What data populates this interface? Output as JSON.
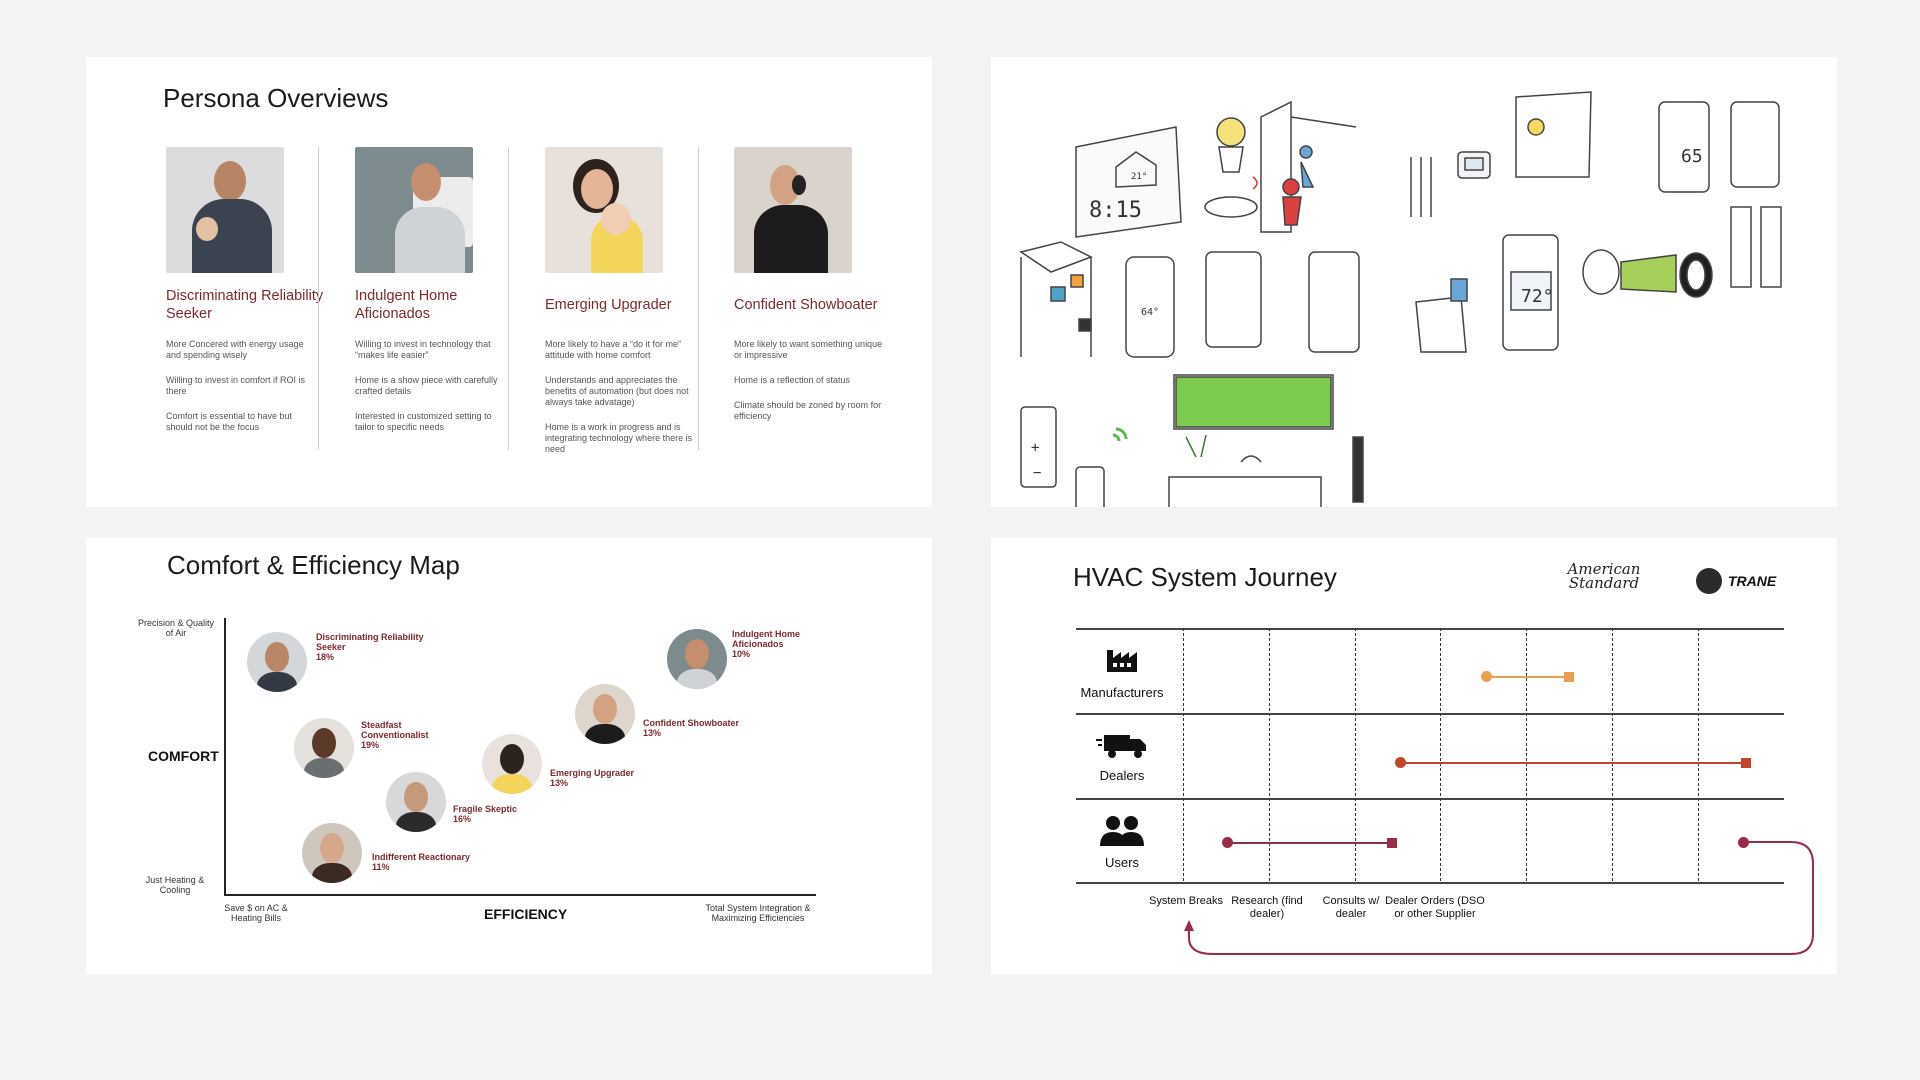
{
  "persona_overviews": {
    "title": "Persona Overviews",
    "personas": [
      {
        "name": "Discriminating Reliability Seeker",
        "notes": [
          "More Concered with energy usage and spending wisely",
          "Willing to invest in comfort if ROI is there",
          "Comfort is essential to have but should not be the focus"
        ]
      },
      {
        "name": "Indulgent Home Aficionados",
        "notes": [
          "Willing to invest in technology that “makes life easier”",
          "Home is a show piece with carefully crafted details",
          "Interested in customized setting to tailor to specific needs"
        ]
      },
      {
        "name": "Emerging Upgrader",
        "notes": [
          "More likely to have a “do it for me” attitude with home comfort",
          "Understands and appreciates the benefits of automation (but does not always take advatage)",
          "Home is a work in progress and is integrating technology where there is need"
        ]
      },
      {
        "name": "Confident Showboater",
        "notes": [
          "More likely to want something unique or impressive",
          "Home is a reflection of status",
          "Climate should be zoned by room for efficiency"
        ]
      }
    ]
  },
  "sketches": {
    "thermostat_time": "8:15",
    "thermostat_temp_a": "21°",
    "thermostat_temp_b": "65",
    "thermostat_temp_c": "72°",
    "thermostat_temp_d": "64°"
  },
  "comfort_map": {
    "title": "Comfort & Efficiency Map",
    "y_axis": {
      "label": "COMFORT",
      "top": "Precision & Quality of Air",
      "bottom": "Just Heating & Cooling"
    },
    "x_axis": {
      "label": "EFFICIENCY",
      "left": "Save $ on AC & Heating Bills",
      "right": "Total System Integration & Maximizing Efficiencies"
    },
    "personas": [
      {
        "name": "Discriminating Reliability Seeker",
        "pct": "18%"
      },
      {
        "name": "Steadfast Conventionalist",
        "pct": "19%"
      },
      {
        "name": "Fragile Skeptic",
        "pct": "16%"
      },
      {
        "name": "Indifferent Reactionary",
        "pct": "11%"
      },
      {
        "name": "Emerging Upgrader",
        "pct": "13%"
      },
      {
        "name": "Confident Showboater",
        "pct": "13%"
      },
      {
        "name": "Indulgent Home Aficionados",
        "pct": "10%"
      }
    ]
  },
  "journey": {
    "title": "HVAC System Journey",
    "brand_a": "American Standard",
    "brand_b": "TRANE",
    "rows": [
      "Manufacturers",
      "Dealers",
      "Users"
    ],
    "stages": [
      "System Breaks",
      "Research (find dealer)",
      "Consults w/ dealer",
      "Dealer Orders (DSO or other Supplier"
    ],
    "colors": {
      "manufacturers": "#e8a050",
      "dealers": "#c4452d",
      "users": "#9a2c4a"
    }
  }
}
